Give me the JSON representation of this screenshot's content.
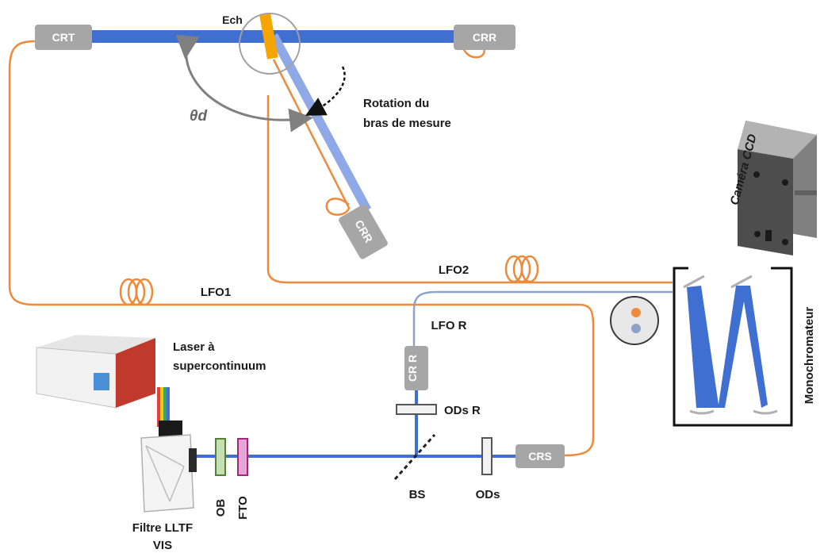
{
  "labels": {
    "crt": "CRT",
    "crr_top": "CRR",
    "crr_arm": "CRR",
    "ech": "Ech",
    "theta": "θd",
    "rotation_line1": "Rotation du",
    "rotation_line2": "bras de mesure",
    "camera": "Caméra CCD",
    "lfo1": "LFO1",
    "lfo2": "LFO2",
    "lfo_r": "LFO R",
    "monochromateur": "Monochromateur",
    "laser_line1": "Laser à",
    "laser_line2": "supercontinuum",
    "cr_r": "CR R",
    "ods_r": "ODs R",
    "ob": "OB",
    "fto": "FTO",
    "bs": "BS",
    "ods": "ODs",
    "crs": "CRS",
    "filtre_line1": "Filtre LLTF",
    "filtre_line2": "VIS"
  },
  "colors": {
    "fiber": "#ee8a3a",
    "beam": "#3f6fd1",
    "beam_light": "#8fa9e6",
    "box_gray": "#a6a6a6",
    "sample": "#f5a500",
    "ob_green": "#70ad47",
    "fto_magenta": "#c0289a"
  }
}
